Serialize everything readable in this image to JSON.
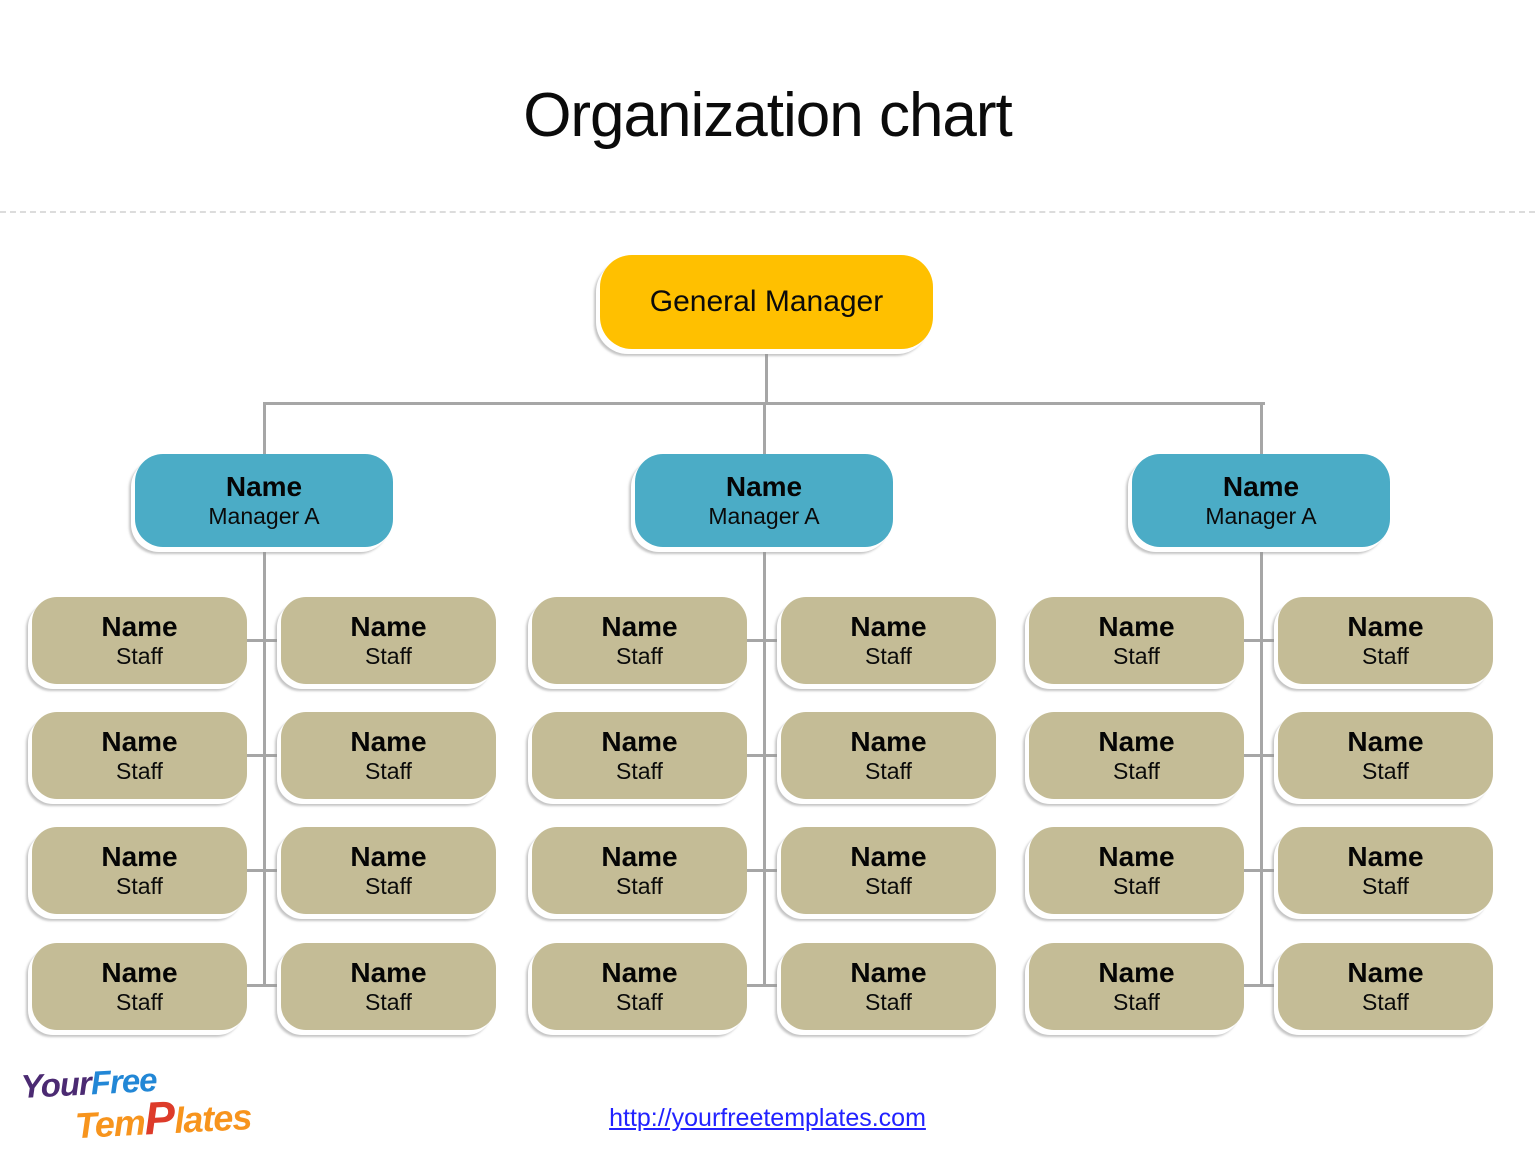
{
  "title": "Organization chart",
  "colors": {
    "root_box": "#FFC000",
    "manager_box": "#4BACC6",
    "staff_box": "#C4BC96",
    "connector": "#A6A6A6",
    "link_text": "#2222FF"
  },
  "root": {
    "label": "General Manager"
  },
  "groups": [
    {
      "manager": {
        "name": "Name",
        "role": "Manager A"
      },
      "staff": [
        {
          "name": "Name",
          "role": "Staff"
        },
        {
          "name": "Name",
          "role": "Staff"
        },
        {
          "name": "Name",
          "role": "Staff"
        },
        {
          "name": "Name",
          "role": "Staff"
        },
        {
          "name": "Name",
          "role": "Staff"
        },
        {
          "name": "Name",
          "role": "Staff"
        },
        {
          "name": "Name",
          "role": "Staff"
        },
        {
          "name": "Name",
          "role": "Staff"
        }
      ]
    },
    {
      "manager": {
        "name": "Name",
        "role": "Manager A"
      },
      "staff": [
        {
          "name": "Name",
          "role": "Staff"
        },
        {
          "name": "Name",
          "role": "Staff"
        },
        {
          "name": "Name",
          "role": "Staff"
        },
        {
          "name": "Name",
          "role": "Staff"
        },
        {
          "name": "Name",
          "role": "Staff"
        },
        {
          "name": "Name",
          "role": "Staff"
        },
        {
          "name": "Name",
          "role": "Staff"
        },
        {
          "name": "Name",
          "role": "Staff"
        }
      ]
    },
    {
      "manager": {
        "name": "Name",
        "role": "Manager A"
      },
      "staff": [
        {
          "name": "Name",
          "role": "Staff"
        },
        {
          "name": "Name",
          "role": "Staff"
        },
        {
          "name": "Name",
          "role": "Staff"
        },
        {
          "name": "Name",
          "role": "Staff"
        },
        {
          "name": "Name",
          "role": "Staff"
        },
        {
          "name": "Name",
          "role": "Staff"
        },
        {
          "name": "Name",
          "role": "Staff"
        },
        {
          "name": "Name",
          "role": "Staff"
        }
      ]
    }
  ],
  "footer": {
    "logo": {
      "word1": "Your",
      "word2": "Free",
      "word3_pre": "Tem",
      "word3_mid": "P",
      "word3_post": "lates"
    },
    "link": "http://yourfreetemplates.com"
  }
}
